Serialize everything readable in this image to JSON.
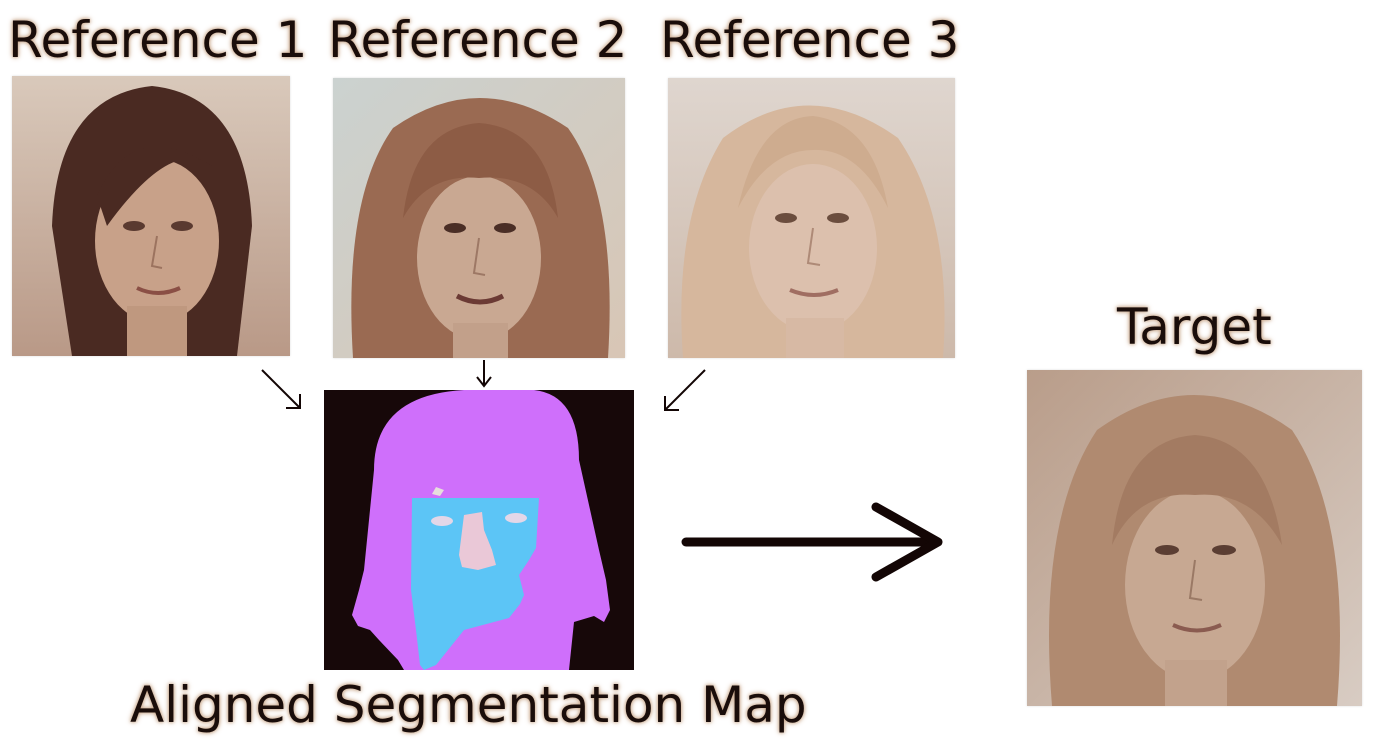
{
  "references": [
    {
      "label": "Reference 1"
    },
    {
      "label": "Reference 2"
    },
    {
      "label": "Reference 3"
    }
  ],
  "segmentation": {
    "label": "Aligned Segmentation Map"
  },
  "target": {
    "label": "Target"
  },
  "colors": {
    "seg_background": "#170809",
    "seg_hair": "#cf6ffb",
    "seg_skin": "#5cc5f6",
    "seg_nose": "#eac8d7",
    "arrow": "#130605",
    "label_glow": "#c9a78a"
  }
}
